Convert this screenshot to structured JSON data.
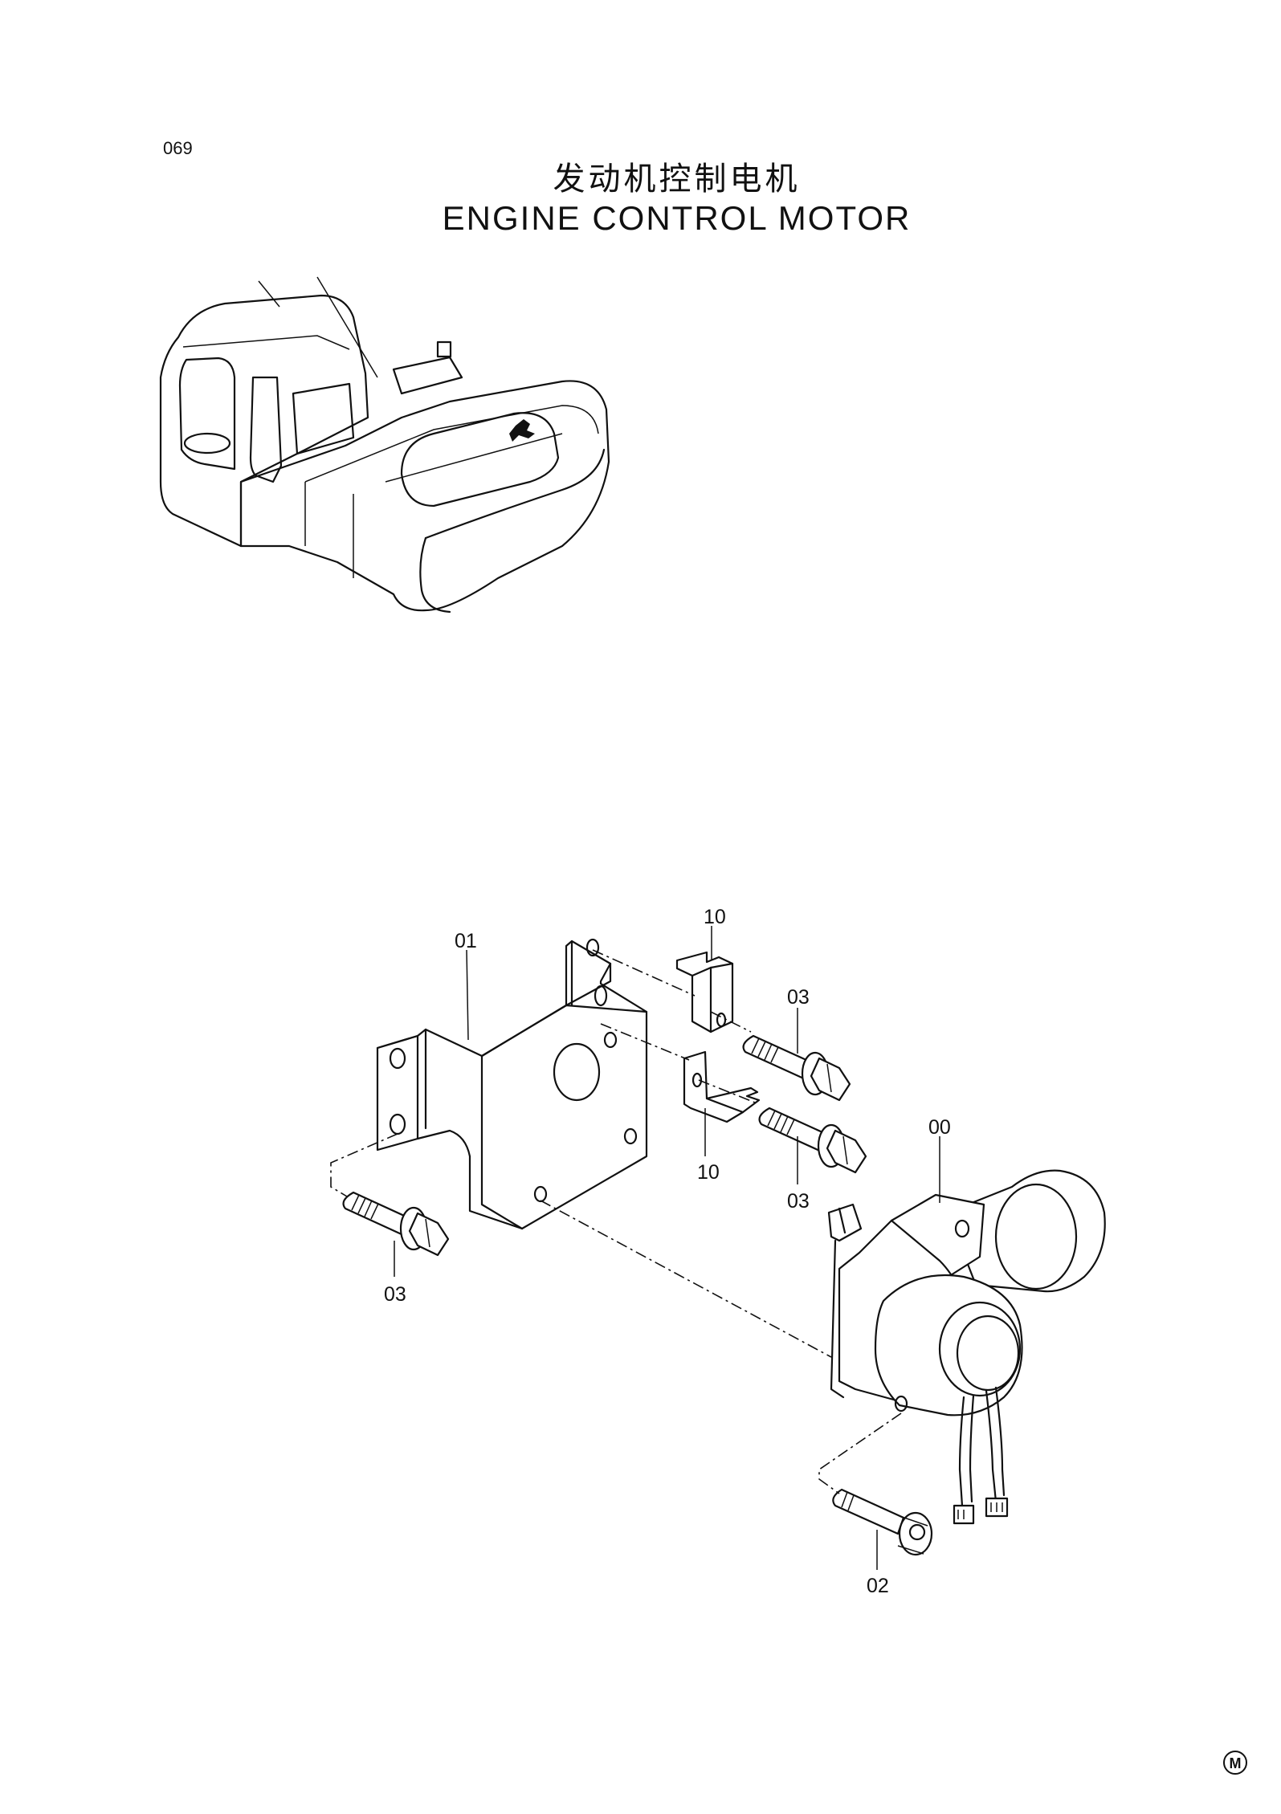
{
  "page_number": "069",
  "title_cn": "发动机控制电机",
  "title_en": "ENGINE CONTROL MOTOR",
  "part_labels": {
    "bracket_main": "01",
    "bracket_small_top": "10",
    "bracket_small_bottom": "10",
    "bolt_upper": "03",
    "bolt_middle": "03",
    "bolt_left": "03",
    "motor": "00",
    "motor_bolt": "02"
  },
  "corner_mark": "M"
}
